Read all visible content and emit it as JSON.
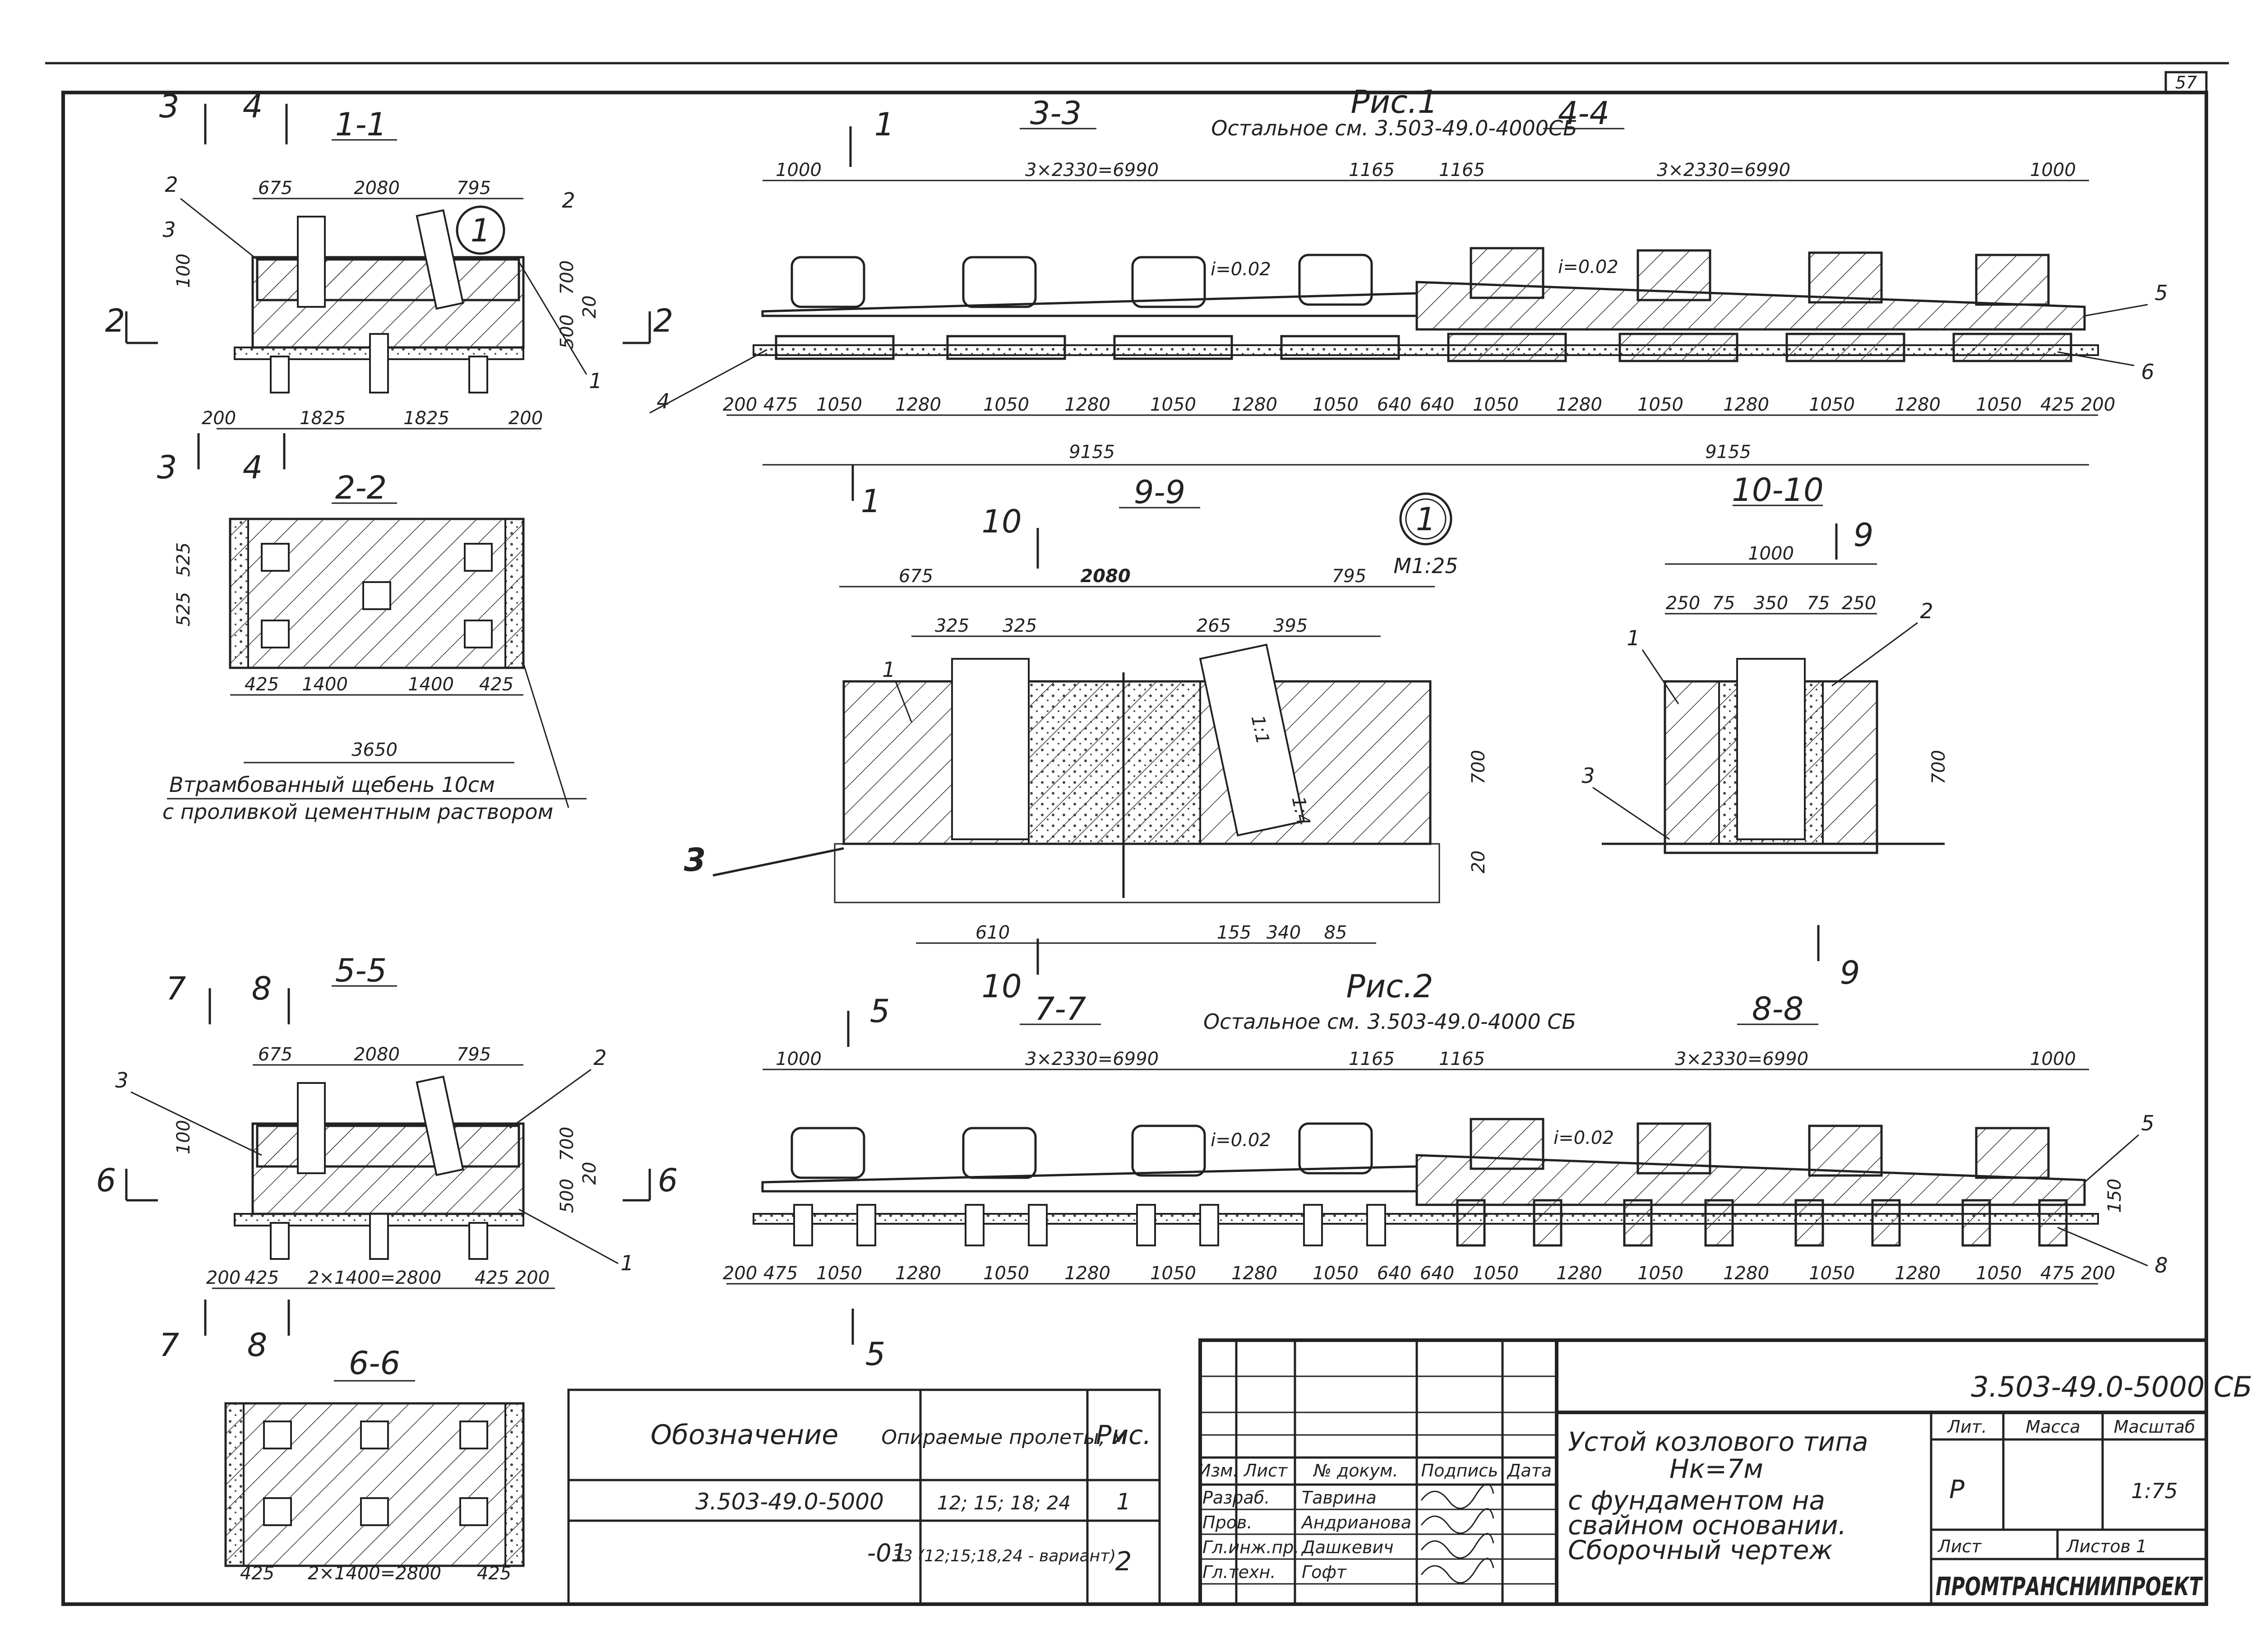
{
  "sheet": {
    "page_number": "57"
  },
  "fig1": {
    "title": "Рис.1",
    "note": "Остальное см. 3.503-49.0-4000СБ"
  },
  "fig2": {
    "title": "Рис.2",
    "note": "Остальное см. 3.503-49.0-4000 СБ"
  },
  "detail": {
    "mark": "1",
    "scale": "М1:25"
  },
  "sections": {
    "s11": "1-1",
    "s22": "2-2",
    "s33": "3-3",
    "s44": "4-4",
    "s55": "5-5",
    "s66": "6-6",
    "s77": "7-7",
    "s88": "8-8",
    "s99": "9-9",
    "s1010": "10-10"
  },
  "cuts": [
    "1",
    "2",
    "3",
    "4",
    "5",
    "6",
    "7",
    "8",
    "9",
    "10"
  ],
  "callouts": [
    "1",
    "2",
    "3",
    "4",
    "5",
    "6",
    "8"
  ],
  "dims_1_1": {
    "top": [
      "675",
      "2080",
      "795"
    ],
    "side": [
      "100",
      "700",
      "500",
      "20"
    ],
    "bottom": [
      "200",
      "1825",
      "1825",
      "200"
    ]
  },
  "dims_2_2": {
    "side": [
      "525",
      "525"
    ],
    "bottom": [
      "425",
      "1400",
      "1400",
      "425"
    ],
    "total": "3650"
  },
  "note_gravel": {
    "line1": "Втрамбованный щебень 10см",
    "line2": "с проливкой цементным раствором"
  },
  "dims_3_3": {
    "top": [
      "1000",
      "3×2330=6990",
      "1165"
    ],
    "slope": "i=0.02",
    "bottom": [
      "200",
      "475",
      "1050",
      "1280",
      "1050",
      "1280",
      "1050",
      "1280",
      "1050",
      "640"
    ],
    "total": "9155"
  },
  "dims_4_4": {
    "top": [
      "1165",
      "3×2330=6990",
      "1000"
    ],
    "slope": "i=0.02",
    "bottom": [
      "640",
      "1050",
      "1280",
      "1050",
      "1280",
      "1050",
      "1280",
      "1050",
      "425",
      "200"
    ],
    "total": "9155"
  },
  "dims_9_9": {
    "top": [
      "675",
      "2080",
      "795"
    ],
    "mid": [
      "325",
      "325",
      "265",
      "395"
    ],
    "side": [
      "700",
      "20"
    ],
    "bottom": [
      "610",
      "155",
      "340",
      "85"
    ],
    "ratio": [
      "1:1",
      "1:4"
    ]
  },
  "dims_10_10": {
    "top": "1000",
    "mid": [
      "250",
      "75",
      "350",
      "75",
      "250"
    ],
    "side": "700"
  },
  "dims_5_5": {
    "top": [
      "675",
      "2080",
      "795"
    ],
    "side": [
      "100",
      "700",
      "500",
      "20"
    ],
    "bottom": [
      "200",
      "425",
      "2×1400=2800",
      "425",
      "200"
    ]
  },
  "dims_7_7": {
    "top": [
      "1000",
      "3×2330=6990",
      "1165"
    ],
    "slope": "i=0.02",
    "bottom": [
      "200",
      "475",
      "1050",
      "1280",
      "1050",
      "1280",
      "1050",
      "1280",
      "1050",
      "640"
    ]
  },
  "dims_8_8": {
    "top": [
      "1165",
      "3×2330=6990",
      "1000"
    ],
    "slope": "i=0.02",
    "side": "150",
    "bottom": [
      "640",
      "1050",
      "1280",
      "1050",
      "1280",
      "1050",
      "1280",
      "1050",
      "475",
      "200"
    ]
  },
  "dims_6_6": {
    "bottom": [
      "425",
      "2×1400=2800",
      "425"
    ]
  },
  "spec": {
    "head": [
      "Обозначение",
      "Опираемые пролеты, м",
      "Рис."
    ],
    "rows": [
      [
        "3.503-49.0-5000",
        "12; 15; 18; 24",
        "1"
      ],
      [
        "-01",
        "33 (12;15;18,24 - вариант)",
        "2"
      ]
    ]
  },
  "title_block": {
    "code": "3.503-49.0-5000 СБ",
    "head": [
      "Изм.",
      "Лист",
      "№ докум.",
      "Подпись",
      "Дата"
    ],
    "people": [
      [
        "Разраб.",
        "Таврина"
      ],
      [
        "Пров.",
        "Андрианова"
      ],
      [
        "Гл.инж.пр.",
        "Дашкевич"
      ],
      [
        "Гл.техн.",
        "Гофт"
      ]
    ],
    "name": [
      "Устой козлового типа",
      "Нк=7м",
      "с фундаментом на",
      "свайном основании.",
      "Сборочный чертеж"
    ],
    "cols": [
      "Лит.",
      "Масса",
      "Масштаб"
    ],
    "lit": "Р",
    "scale": "1:75",
    "sheet_label": "Лист",
    "sheets_label": "Листов 1",
    "org": "ПРОМТРАНСНИИПРОЕКТ"
  }
}
